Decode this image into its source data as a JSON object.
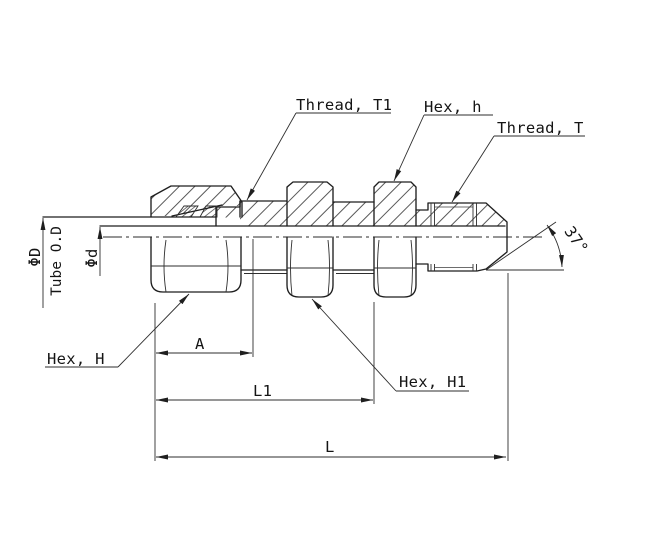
{
  "drawing": {
    "type": "engineering-section-drawing",
    "subject": "bulkhead tube fitting, half-section view",
    "callouts": {
      "thread_t1": "Thread, T1",
      "hex_h_top": "Hex, h",
      "thread_t": "Thread, T",
      "hex_H": "Hex, H",
      "hex_H1": "Hex, H1"
    },
    "dimensions": {
      "dia_outer": "ΦD",
      "tube_od": "Tube O.D",
      "dia_inner": "Φd",
      "dim_a": "A",
      "dim_l1": "L1",
      "dim_l": "L",
      "flare_angle": "37°"
    },
    "colors": {
      "object_line": "#1f1f1f",
      "thin_line": "#2e2e2e",
      "background": "#ffffff"
    }
  }
}
